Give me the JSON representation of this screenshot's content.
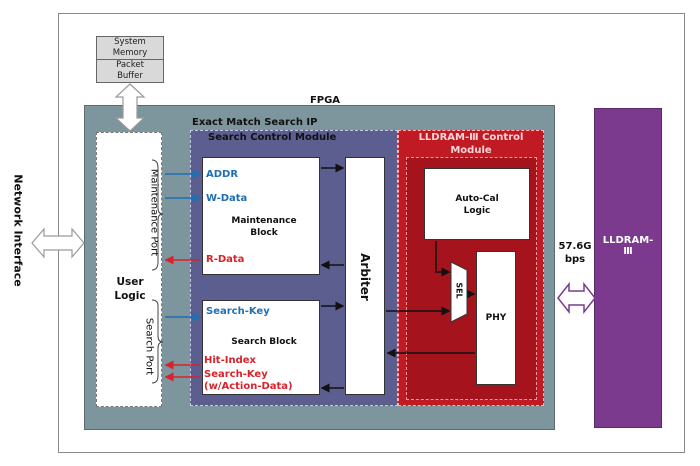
{
  "system_memory": {
    "line1": "System",
    "line2": "Memory",
    "line3": "Packet",
    "line4": "Buffer"
  },
  "network_interface": "Network Interface",
  "fpga_label": "FPGA",
  "ems_title": "Exact Match Search IP",
  "search_control_title": "Search Control Module",
  "lldram_ctrl_title_1": "LLDRAM-Ⅲ  Control",
  "lldram_ctrl_title_2": "Module",
  "user_logic": {
    "line1": "User",
    "line2": "Logic",
    "maintenance_port": "Maintenance Port",
    "search_port": "Search Port"
  },
  "maintenance_block": {
    "addr": "ADDR",
    "wdata": "W-Data",
    "title_1": "Maintenance",
    "title_2": "Block",
    "rdata": "R-Data"
  },
  "search_block": {
    "search_key": "Search-Key",
    "title": "Search Block",
    "hit_index": "Hit-Index",
    "search_key_out": "Search-Key",
    "action_data": "(w/Action-Data)"
  },
  "arbiter": "Arbiter",
  "autocal": {
    "line1": "Auto-Cal",
    "line2": "Logic"
  },
  "sel": "SEL",
  "phy": "PHY",
  "bandwidth_1": "57.6G",
  "bandwidth_2": "bps",
  "lldram": "LLDRAM-Ⅲ",
  "colors": {
    "fpga": "#7d959c",
    "ems": "#5b5e8f",
    "lldram_ctrl": "#c01a24",
    "lldram": "#7b3a8e",
    "blue_signal": "#1f6fb3",
    "red_signal": "#d8232a"
  }
}
